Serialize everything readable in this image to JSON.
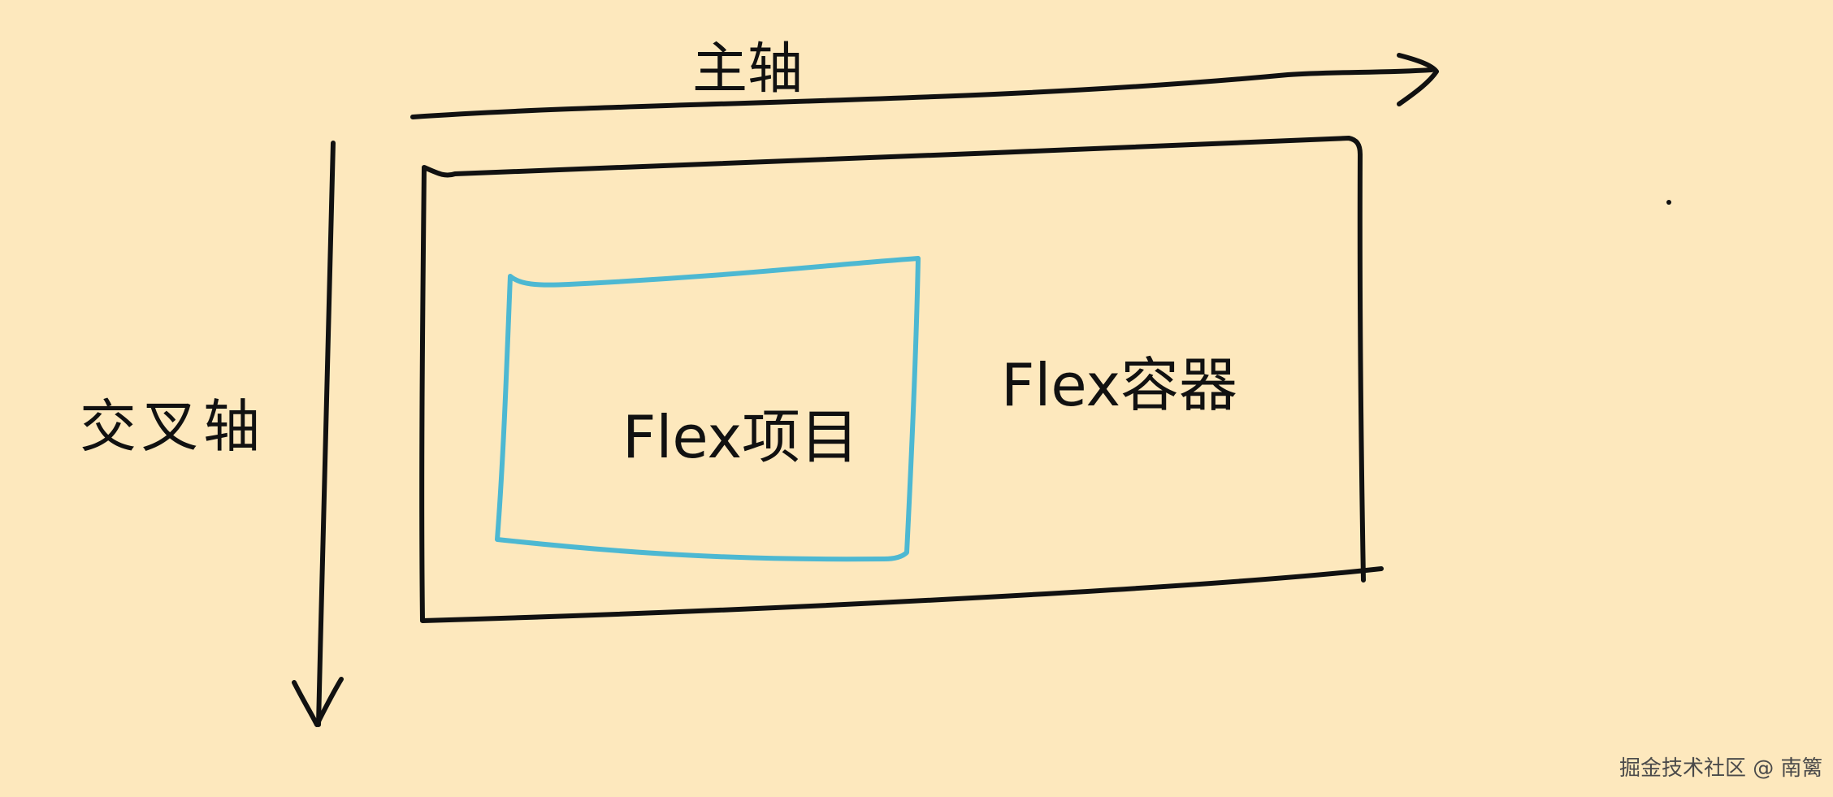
{
  "labels": {
    "main_axis": "主轴",
    "cross_axis": "交叉轴",
    "container": "Flex容器",
    "item": "Flex项目"
  },
  "watermark": "掘金技术社区 @ 南篱",
  "colors": {
    "background": "#fde8bd",
    "ink": "#111111",
    "item_outline": "#4db8d2"
  }
}
